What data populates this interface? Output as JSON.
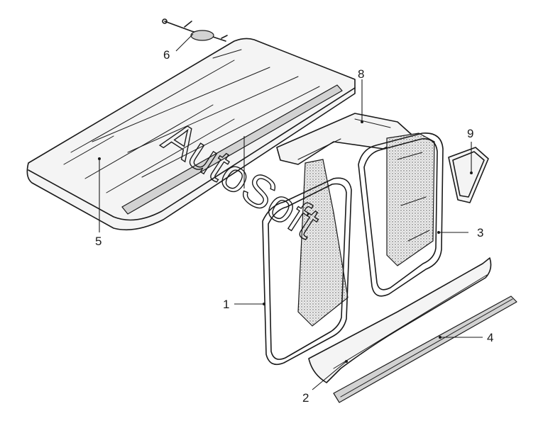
{
  "watermark": "AutoSoft",
  "callouts": [
    {
      "id": "1",
      "label": "1"
    },
    {
      "id": "2",
      "label": "2"
    },
    {
      "id": "3",
      "label": "3"
    },
    {
      "id": "4",
      "label": "4"
    },
    {
      "id": "5",
      "label": "5"
    },
    {
      "id": "6",
      "label": "6"
    },
    {
      "id": "8",
      "label": "8"
    },
    {
      "id": "9",
      "label": "9"
    }
  ],
  "colors": {
    "ink": "#1a1a1a",
    "background": "#ffffff"
  }
}
